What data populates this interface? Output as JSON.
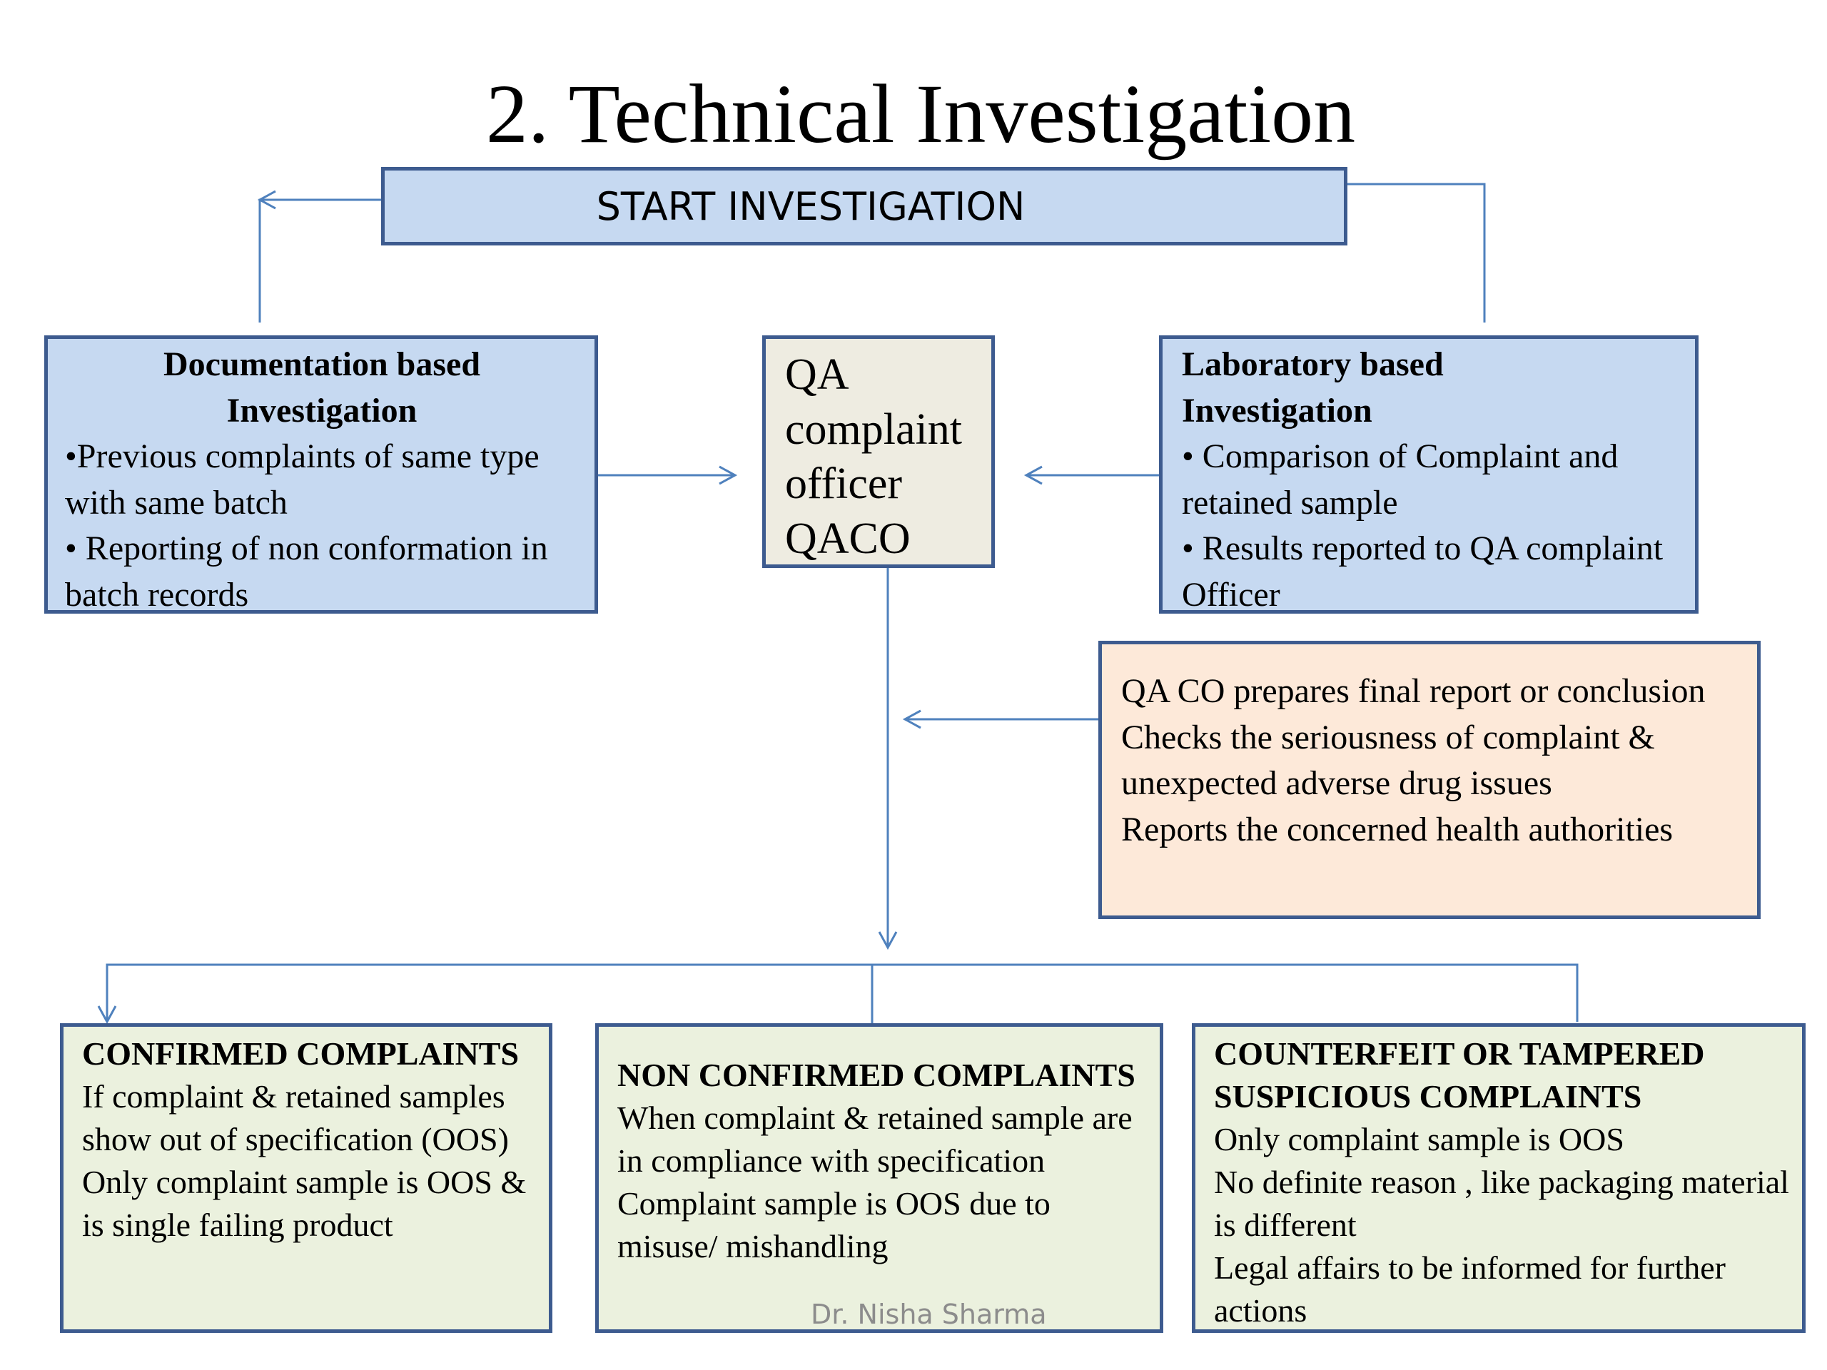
{
  "title": "2. Technical Investigation",
  "start": "START INVESTIGATION",
  "doc_box": {
    "heading_line1": "Documentation based",
    "heading_line2": "Investigation",
    "bullets": [
      "•Previous complaints of same type with same batch",
      "• Reporting of non conformation in batch records"
    ]
  },
  "qa_box": {
    "lines": [
      "QA",
      "complaint",
      "officer",
      "QACO"
    ]
  },
  "lab_box": {
    "heading_line1": "Laboratory based",
    "heading_line2": "Investigation",
    "bullets": [
      "• Comparison of Complaint and retained sample",
      "• Results reported to QA complaint Officer"
    ]
  },
  "report_box": {
    "lines": [
      "QA CO prepares final report or conclusion",
      "Checks the seriousness of complaint & unexpected adverse drug issues",
      "Reports the concerned health authorities"
    ]
  },
  "outcomes": [
    {
      "heading": "CONFIRMED COMPLAINTS",
      "lines": [
        "If complaint & retained samples show out of specification (OOS)",
        "Only complaint sample is OOS & is single failing product"
      ]
    },
    {
      "heading": "NON CONFIRMED COMPLAINTS",
      "lines": [
        "When complaint & retained sample are in compliance with specification",
        "Complaint sample is OOS due to misuse/ mishandling"
      ]
    },
    {
      "heading": "COUNTERFEIT OR TAMPERED SUSPICIOUS COMPLAINTS",
      "lines": [
        "Only complaint sample is OOS",
        "No definite reason , like packaging material is different",
        "Legal affairs to be informed for further actions"
      ]
    }
  ],
  "footer": "Dr. Nisha Sharma",
  "colors": {
    "connector": "#4f81bd",
    "box_border": "#3d5b8f",
    "blue_fill": "#c6d9f1",
    "beige_fill": "#eeece1",
    "peach_fill": "#fde9d9",
    "green_fill": "#ebf1de",
    "footer_text": "#8c8c8c"
  }
}
